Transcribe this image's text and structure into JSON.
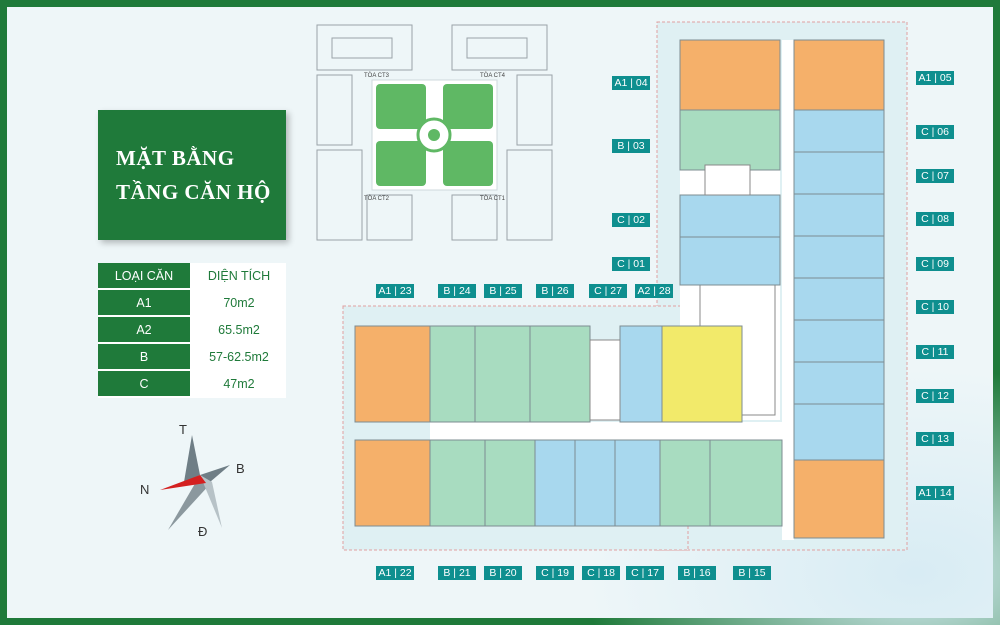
{
  "title": {
    "line1": "MẶT BẰNG",
    "line2": "TẦNG CĂN HỘ"
  },
  "area_table": {
    "header": {
      "type": "LOẠI CĂN",
      "area": "DIỆN TÍCH"
    },
    "rows": [
      {
        "type": "A1",
        "area": "70m2"
      },
      {
        "type": "A2",
        "area": "65.5m2"
      },
      {
        "type": "B",
        "area": "57-62.5m2"
      },
      {
        "type": "C",
        "area": "47m2"
      }
    ]
  },
  "compass": {
    "north": "N",
    "south": "Đ",
    "east": "B",
    "top": "T"
  },
  "site_plan": {
    "towers": [
      "TÒA CT3",
      "TÒA CT4",
      "TÒA CT2",
      "TÒA CT1"
    ]
  },
  "unit_labels": [
    "A1 | 04",
    "A1 | 05",
    "B | 03",
    "C | 06",
    "C | 07",
    "C | 02",
    "C | 08",
    "C | 01",
    "C | 09",
    "A1 | 23",
    "B | 24",
    "B | 25",
    "B | 26",
    "C | 27",
    "A2 | 28",
    "C | 10",
    "C | 11",
    "C | 12",
    "C | 13",
    "A1 | 14",
    "A1 | 22",
    "B | 21",
    "B | 20",
    "C | 19",
    "C | 18",
    "C | 17",
    "B | 16",
    "B | 15"
  ],
  "colors": {
    "frame": "#1f7a3a",
    "label": "#0e8f8f",
    "A1": "#f5b06a",
    "A2": "#f2ea6a",
    "B": "#a8dcc0",
    "C": "#a8d8ee",
    "core": "#ffffff"
  }
}
